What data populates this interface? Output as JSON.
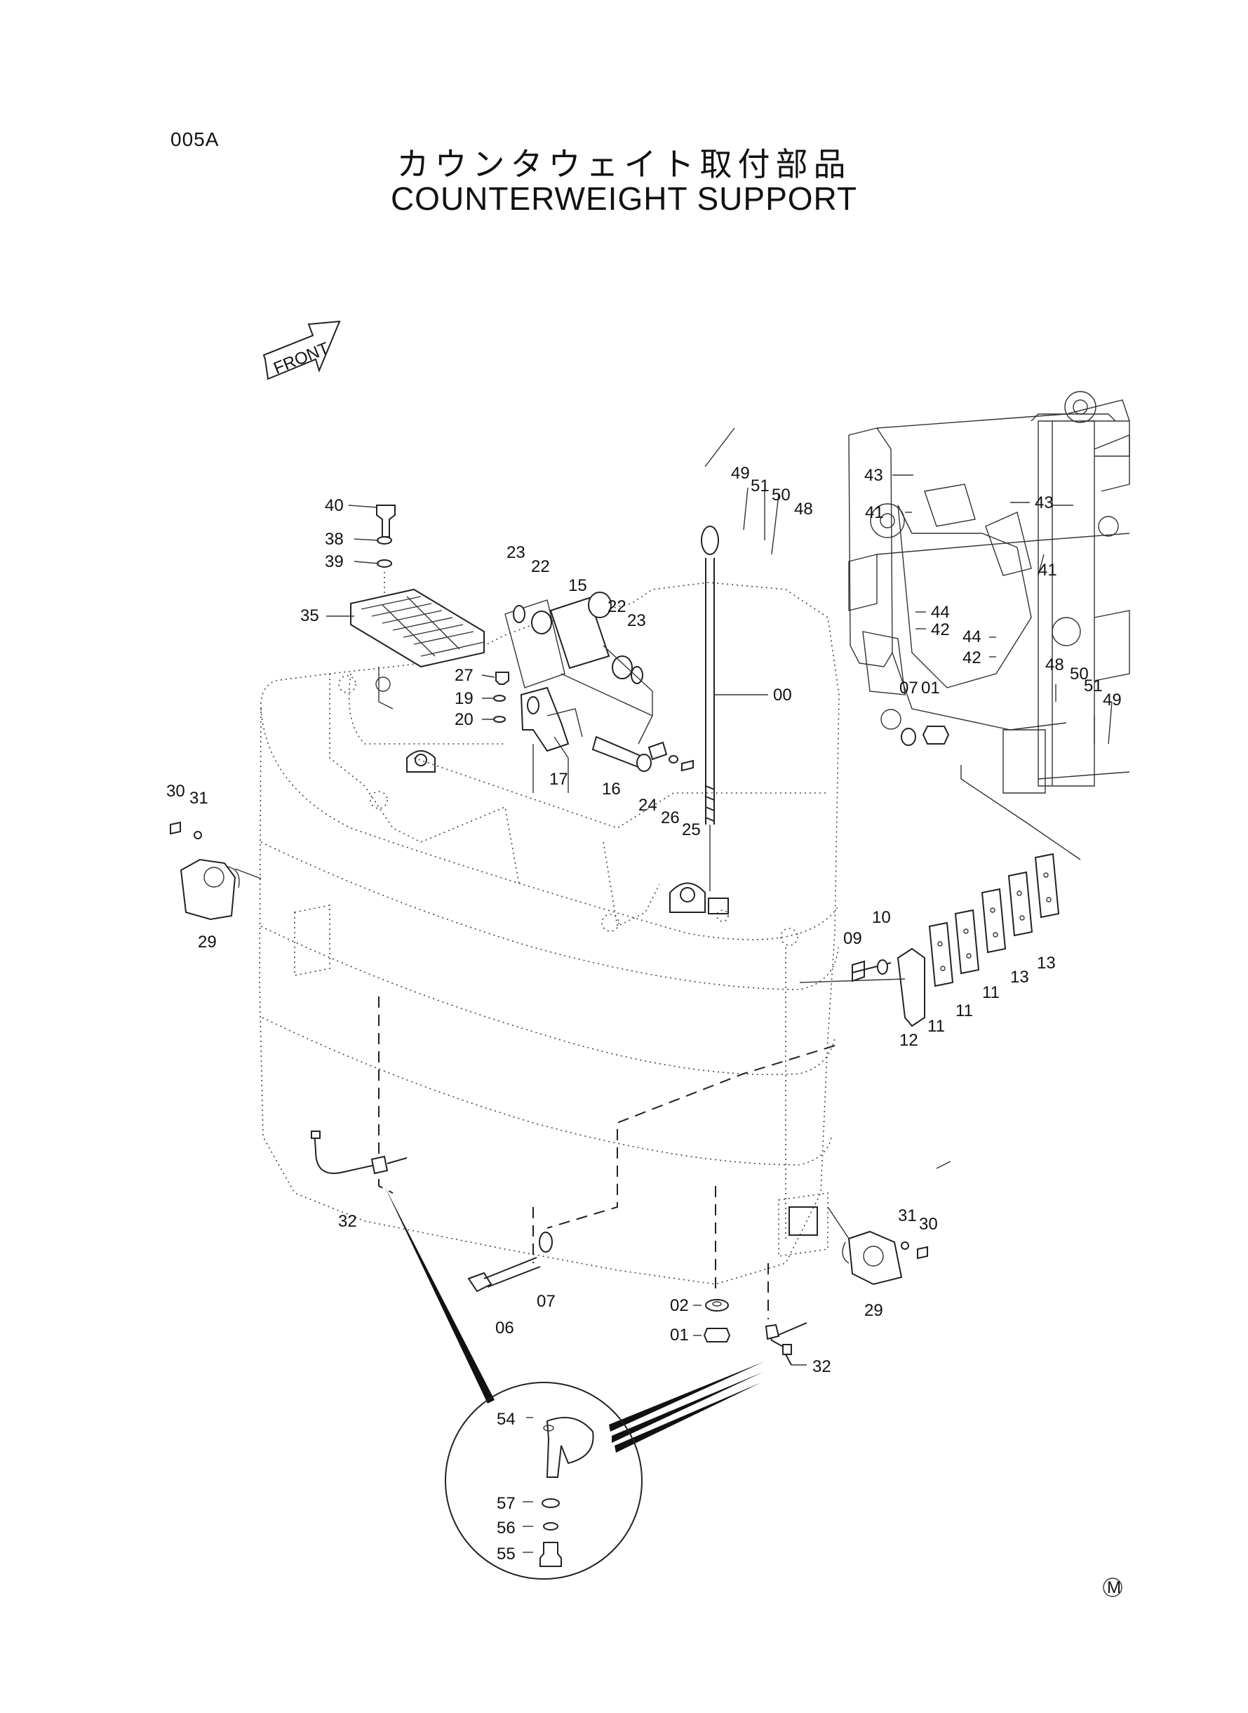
{
  "page_code": "005A",
  "title_jp": "カウンタウェイト取付部品",
  "title_en": "COUNTERWEIGHT SUPPORT",
  "front_label": "FRONT",
  "mark": "M",
  "callouts": [
    {
      "id": "c00",
      "label": "00"
    },
    {
      "id": "c01a",
      "label": "01"
    },
    {
      "id": "c01b",
      "label": "01"
    },
    {
      "id": "c02",
      "label": "02"
    },
    {
      "id": "c06",
      "label": "06"
    },
    {
      "id": "c07a",
      "label": "07"
    },
    {
      "id": "c07b",
      "label": "07"
    },
    {
      "id": "c09",
      "label": "09"
    },
    {
      "id": "c10",
      "label": "10"
    },
    {
      "id": "c11a",
      "label": "11"
    },
    {
      "id": "c11b",
      "label": "11"
    },
    {
      "id": "c11c",
      "label": "11"
    },
    {
      "id": "c12",
      "label": "12"
    },
    {
      "id": "c13a",
      "label": "13"
    },
    {
      "id": "c13b",
      "label": "13"
    },
    {
      "id": "c15",
      "label": "15"
    },
    {
      "id": "c16",
      "label": "16"
    },
    {
      "id": "c17",
      "label": "17"
    },
    {
      "id": "c19",
      "label": "19"
    },
    {
      "id": "c20",
      "label": "20"
    },
    {
      "id": "c22a",
      "label": "22"
    },
    {
      "id": "c22b",
      "label": "22"
    },
    {
      "id": "c23a",
      "label": "23"
    },
    {
      "id": "c23b",
      "label": "23"
    },
    {
      "id": "c24",
      "label": "24"
    },
    {
      "id": "c25",
      "label": "25"
    },
    {
      "id": "c26",
      "label": "26"
    },
    {
      "id": "c27",
      "label": "27"
    },
    {
      "id": "c29a",
      "label": "29"
    },
    {
      "id": "c29b",
      "label": "29"
    },
    {
      "id": "c30a",
      "label": "30"
    },
    {
      "id": "c30b",
      "label": "30"
    },
    {
      "id": "c31a",
      "label": "31"
    },
    {
      "id": "c31b",
      "label": "31"
    },
    {
      "id": "c32a",
      "label": "32"
    },
    {
      "id": "c32b",
      "label": "32"
    },
    {
      "id": "c35",
      "label": "35"
    },
    {
      "id": "c38",
      "label": "38"
    },
    {
      "id": "c39",
      "label": "39"
    },
    {
      "id": "c40",
      "label": "40"
    },
    {
      "id": "c41a",
      "label": "41"
    },
    {
      "id": "c41b",
      "label": "41"
    },
    {
      "id": "c42a",
      "label": "42"
    },
    {
      "id": "c42b",
      "label": "42"
    },
    {
      "id": "c43a",
      "label": "43"
    },
    {
      "id": "c43b",
      "label": "43"
    },
    {
      "id": "c44a",
      "label": "44"
    },
    {
      "id": "c44b",
      "label": "44"
    },
    {
      "id": "c48a",
      "label": "48"
    },
    {
      "id": "c48b",
      "label": "48"
    },
    {
      "id": "c49a",
      "label": "49"
    },
    {
      "id": "c49b",
      "label": "49"
    },
    {
      "id": "c50a",
      "label": "50"
    },
    {
      "id": "c50b",
      "label": "50"
    },
    {
      "id": "c51a",
      "label": "51"
    },
    {
      "id": "c51b",
      "label": "51"
    },
    {
      "id": "c54",
      "label": "54"
    },
    {
      "id": "c55",
      "label": "55"
    },
    {
      "id": "c56",
      "label": "56"
    },
    {
      "id": "c57",
      "label": "57"
    }
  ]
}
